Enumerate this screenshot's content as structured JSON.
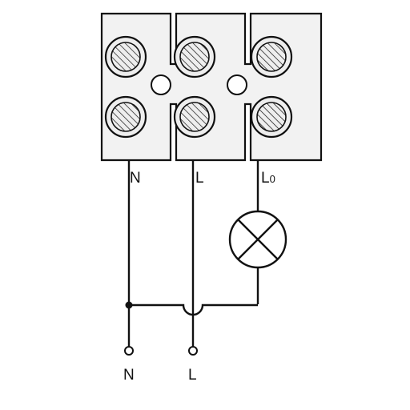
{
  "colors": {
    "line": "#111111",
    "block_fill": "#f2f2f2",
    "screw_fill": "#eeeeee",
    "background": "#ffffff"
  },
  "diagram": {
    "terminal_labels": {
      "n": "N",
      "l": "L",
      "lo_main": "L",
      "lo_sub": "0"
    },
    "bottom_labels": {
      "n": "N",
      "l": "L"
    },
    "components": {
      "terminal_block": "terminal-block",
      "lamp": "lamp-symbol",
      "junction": "junction-dot",
      "crossover": "wire-crossover"
    }
  }
}
